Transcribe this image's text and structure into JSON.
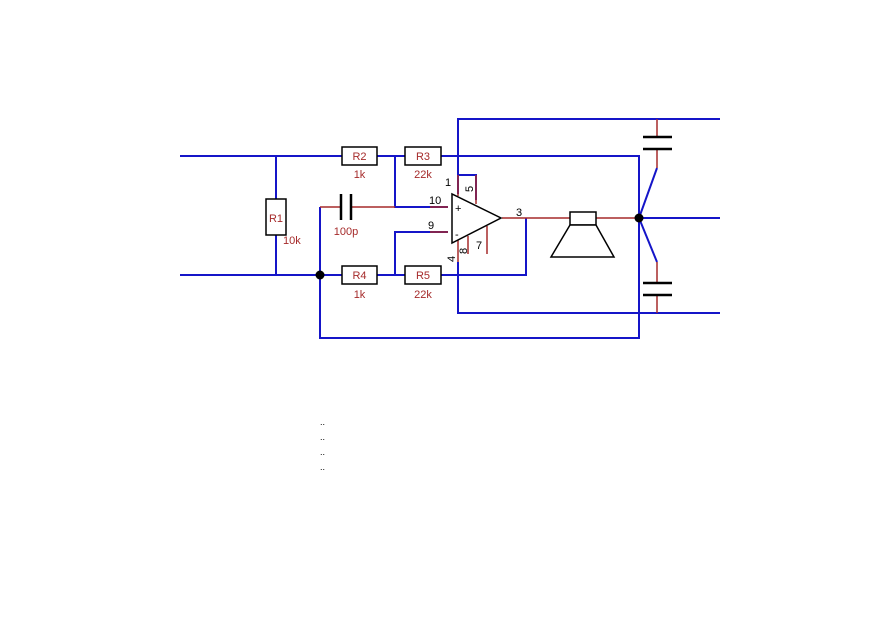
{
  "colors": {
    "wire": "#1515c8",
    "component": "#a52a2a",
    "body": "#000000",
    "background": "#ffffff"
  },
  "components": {
    "R1": {
      "ref": "R1",
      "value": "10k"
    },
    "R2": {
      "ref": "R2",
      "value": "1k"
    },
    "R3": {
      "ref": "R3",
      "value": "22k"
    },
    "R4": {
      "ref": "R4",
      "value": "1k"
    },
    "R5": {
      "ref": "R5",
      "value": "22k"
    },
    "C1": {
      "ref": "",
      "value": "100p"
    }
  },
  "opamp": {
    "pins": {
      "p1": "1",
      "p3": "3",
      "p4": "4",
      "p5": "5",
      "p7": "7",
      "p8": "8",
      "p9": "9",
      "p10": "10"
    },
    "plus": "+",
    "minus": "-"
  },
  "notes": [
    "..",
    "..",
    "..",
    ".."
  ],
  "icons": {
    "speaker": "speaker-icon",
    "capacitor": "capacitor-icon",
    "junction": "junction-dot-icon"
  }
}
